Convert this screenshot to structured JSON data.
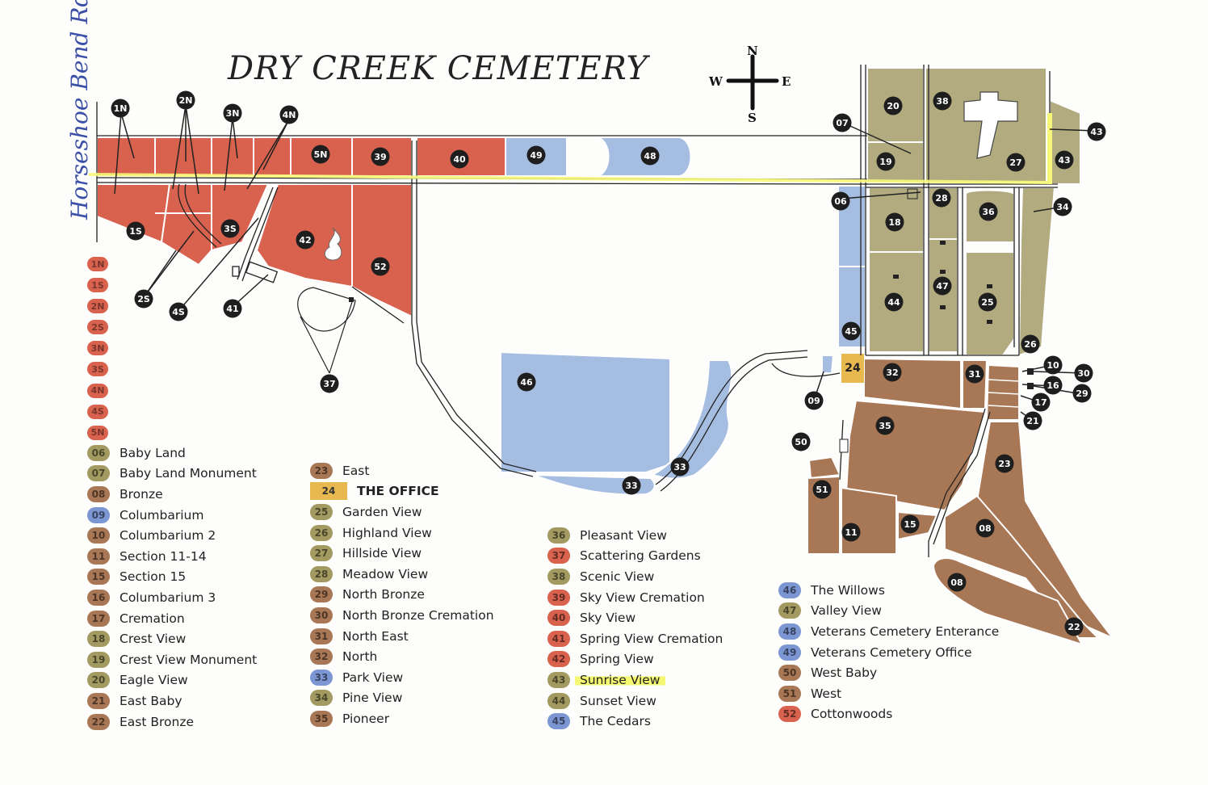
{
  "title": "DRY CREEK CEMETERY",
  "road_name": "Horseshoe Bend Rd",
  "compass": {
    "n": "N",
    "s": "S",
    "e": "E",
    "w": "W"
  },
  "colors": {
    "red_section": "#d9624f",
    "blue_section": "#a5bde0",
    "olive_section": "#b2ab80",
    "brown_section": "#a87755",
    "office": "#e7b94e",
    "main_road": "#f7f87a",
    "marker": "#1e1e1e"
  },
  "map_labels": {
    "1N": "1N",
    "2N": "2N",
    "3N": "3N",
    "4N": "4N",
    "5N": "5N",
    "1S": "1S",
    "2S": "2S",
    "3S": "3S",
    "4S": "4S",
    "39": "39",
    "40": "40",
    "49": "49",
    "48": "48",
    "42": "42",
    "52": "52",
    "41": "41",
    "37": "37",
    "46": "46",
    "33a": "33",
    "33b": "33",
    "45": "45",
    "06": "06",
    "07": "07",
    "18": "18",
    "19": "19",
    "20": "20",
    "38": "38",
    "27": "27",
    "43a": "43",
    "43b": "43",
    "28": "28",
    "36": "36",
    "34": "34",
    "44": "44",
    "47": "47",
    "25": "25",
    "26": "26",
    "24": "24",
    "09": "09",
    "32": "32",
    "31": "31",
    "10": "10",
    "30": "30",
    "16": "16",
    "29": "29",
    "17": "17",
    "21": "21",
    "35": "35",
    "23": "23",
    "50": "50",
    "51": "51",
    "11": "11",
    "15": "15",
    "08a": "08",
    "08b": "08",
    "22": "22"
  },
  "red_codes": [
    "1N",
    "1S",
    "2N",
    "2S",
    "3N",
    "3S",
    "4N",
    "4S",
    "5N"
  ],
  "legend": {
    "col1": [
      {
        "code": "06",
        "label": "Baby Land",
        "color": "#a29a60"
      },
      {
        "code": "07",
        "label": "Baby Land Monument",
        "color": "#a29a60"
      },
      {
        "code": "08",
        "label": "Bronze",
        "color": "#a87755"
      },
      {
        "code": "09",
        "label": "Columbarium",
        "color": "#7b96d2"
      },
      {
        "code": "10",
        "label": "Columbarium 2",
        "color": "#a87755"
      },
      {
        "code": "11",
        "label": "Section 11-14",
        "color": "#a87755"
      },
      {
        "code": "15",
        "label": "Section 15",
        "color": "#a87755"
      },
      {
        "code": "16",
        "label": "Columbarium 3",
        "color": "#a87755"
      },
      {
        "code": "17",
        "label": "Cremation",
        "color": "#a87755"
      },
      {
        "code": "18",
        "label": "Crest View",
        "color": "#a29a60"
      },
      {
        "code": "19",
        "label": "Crest View Monument",
        "color": "#a29a60"
      },
      {
        "code": "20",
        "label": "Eagle View",
        "color": "#a29a60"
      },
      {
        "code": "21",
        "label": "East Baby",
        "color": "#a87755"
      },
      {
        "code": "22",
        "label": "East Bronze",
        "color": "#a87755"
      }
    ],
    "col2": [
      {
        "code": "23",
        "label": "East",
        "color": "#a87755"
      },
      {
        "code": "24",
        "label": "THE OFFICE",
        "color": "#e7b94e"
      },
      {
        "code": "25",
        "label": "Garden View",
        "color": "#a29a60"
      },
      {
        "code": "26",
        "label": "Highland View",
        "color": "#a29a60"
      },
      {
        "code": "27",
        "label": "Hillside View",
        "color": "#a29a60"
      },
      {
        "code": "28",
        "label": "Meadow View",
        "color": "#a29a60"
      },
      {
        "code": "29",
        "label": "North Bronze",
        "color": "#a87755"
      },
      {
        "code": "30",
        "label": "North Bronze Cremation",
        "color": "#a87755"
      },
      {
        "code": "31",
        "label": "North East",
        "color": "#a87755"
      },
      {
        "code": "32",
        "label": "North",
        "color": "#a87755"
      },
      {
        "code": "33",
        "label": "Park View",
        "color": "#7b96d2"
      },
      {
        "code": "34",
        "label": "Pine View",
        "color": "#a29a60"
      },
      {
        "code": "35",
        "label": "Pioneer",
        "color": "#a87755"
      }
    ],
    "col3": [
      {
        "code": "36",
        "label": "Pleasant View",
        "color": "#a29a60"
      },
      {
        "code": "37",
        "label": "Scattering Gardens",
        "color": "#d9624f"
      },
      {
        "code": "38",
        "label": "Scenic View",
        "color": "#a29a60"
      },
      {
        "code": "39",
        "label": "Sky View Cremation",
        "color": "#d9624f"
      },
      {
        "code": "40",
        "label": "Sky View",
        "color": "#d9624f"
      },
      {
        "code": "41",
        "label": "Spring View Cremation",
        "color": "#d9624f"
      },
      {
        "code": "42",
        "label": "Spring View",
        "color": "#d9624f"
      },
      {
        "code": "43",
        "label": "Sunrise View",
        "color": "#a29a60"
      },
      {
        "code": "44",
        "label": "Sunset View",
        "color": "#a29a60"
      },
      {
        "code": "45",
        "label": "The Cedars",
        "color": "#7b96d2"
      }
    ],
    "col4": [
      {
        "code": "46",
        "label": "The Willows",
        "color": "#7b96d2"
      },
      {
        "code": "47",
        "label": "Valley View",
        "color": "#a29a60"
      },
      {
        "code": "48",
        "label": "Veterans Cemetery Enterance",
        "color": "#7b96d2"
      },
      {
        "code": "49",
        "label": "Veterans Cemetery Office",
        "color": "#7b96d2"
      },
      {
        "code": "50",
        "label": "West Baby",
        "color": "#a87755"
      },
      {
        "code": "51",
        "label": "West",
        "color": "#a87755"
      },
      {
        "code": "52",
        "label": "Cottonwoods",
        "color": "#d9624f"
      }
    ]
  }
}
